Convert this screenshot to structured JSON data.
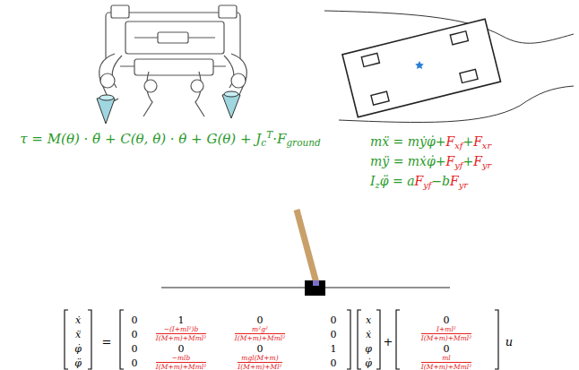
{
  "diagram": {
    "labels": [
      "τ = M(θ) · θ̈ + C(θ, θ̇) · θ̇ + G(θ) + J",
      "c",
      "T",
      "·F",
      "ground",
      "mẍ = mẏφ̇+",
      "F",
      "xf",
      "+",
      "F",
      "xr",
      "mÿ = mẋφ̇+",
      "F",
      "yf",
      "+",
      "F",
      "yr",
      "I",
      "z",
      "φ̈ = a",
      "F",
      "yf",
      "−b",
      "F",
      "yr",
      "ẋ",
      "ẍ",
      "φ̇",
      "φ̈",
      "=",
      "0",
      "1",
      "0",
      "0",
      "0",
      "−(I+ml²)b",
      "I(M+m)+Mml²",
      "m²g²",
      "I(M+m)+Mml²",
      "0",
      "0",
      "0",
      "0",
      "1",
      "0",
      "−mlb",
      "I(M+m)+Mml²",
      "mgl(M+m)",
      "I(M+m)+Ml²",
      "0",
      "x",
      "ẋ",
      "φ",
      "φ̇",
      "+",
      "0",
      "I+ml²",
      "I(M+m)+Mml²",
      "0",
      "ml",
      "I(M+m)+Mml²",
      "u"
    ]
  }
}
